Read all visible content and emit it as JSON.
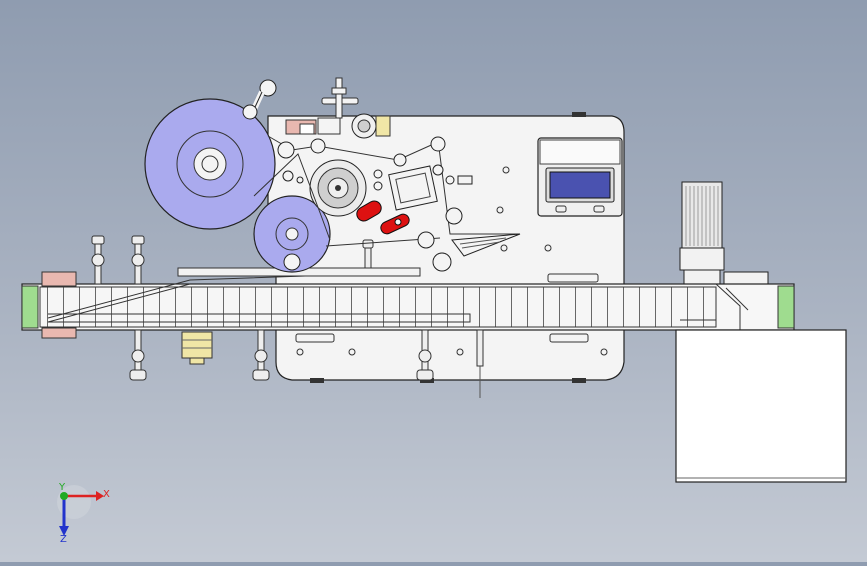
{
  "viewport": {
    "background_top": "#8f9cb0",
    "background_bottom": "#c4cad4"
  },
  "colors": {
    "line": "#222222",
    "panel": "#f4f4f4",
    "roll": "#aaaaee",
    "accent_red": "#dd1111",
    "accent_pink": "#e9b8b0",
    "accent_green": "#9fdc8f",
    "accent_yellow": "#f0e6a6",
    "screen": "#4a52b0",
    "motor": "#e8e8e8"
  },
  "triad": {
    "x_label": "X",
    "y_label": "Y",
    "z_label": "Z",
    "x_color": "#dd2222",
    "y_color": "#22aa22",
    "z_color": "#2233cc"
  }
}
